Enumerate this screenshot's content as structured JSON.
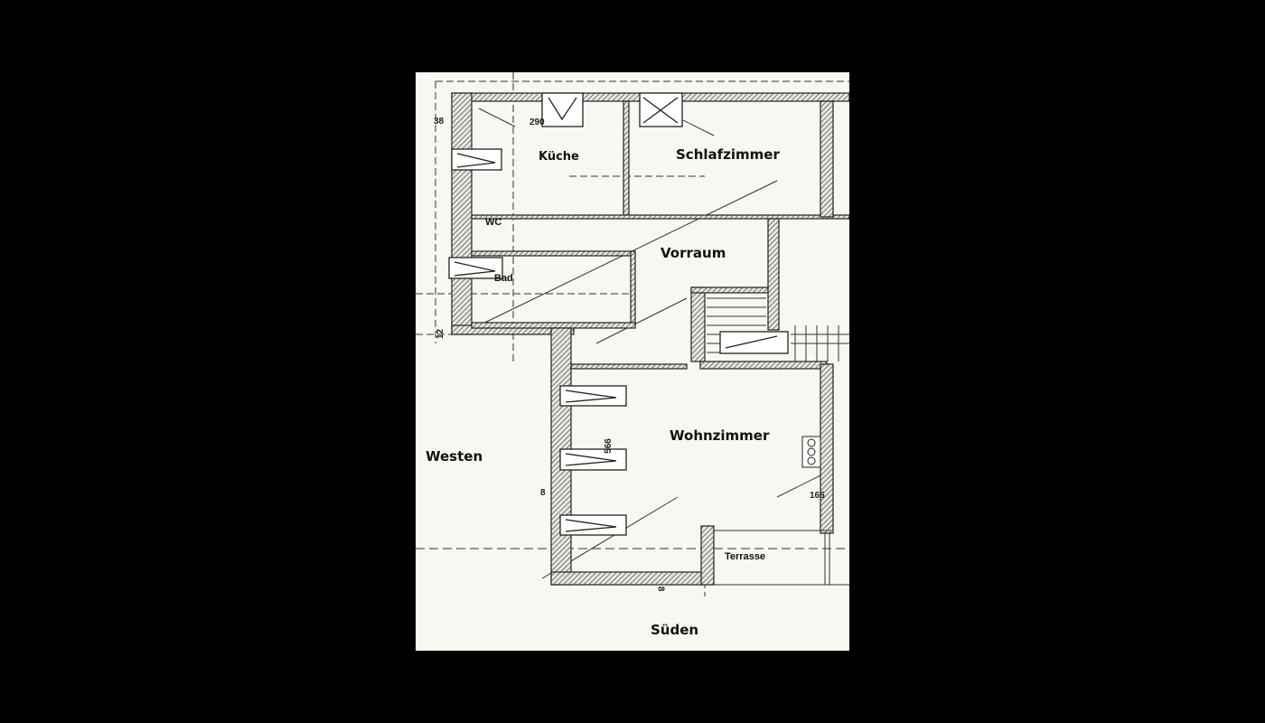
{
  "plan": {
    "rooms": {
      "kitchen": "Küche",
      "bedroom": "Schlafzimmer",
      "wc": "WC",
      "hallway": "Vorraum",
      "bath": "Bad",
      "living": "Wohnzimmer",
      "terrace": "Terrasse"
    },
    "directions": {
      "west": "Westen",
      "south": "Süden"
    },
    "dimensions": {
      "d38": "38",
      "d290": "290",
      "d566": "566",
      "d8a": "8",
      "d8b": "8",
      "d165": "165",
      "d12": "12"
    },
    "colors": {
      "background": "#000000",
      "paper": "#f7f8f2",
      "wall": "#3a3a3a"
    }
  }
}
